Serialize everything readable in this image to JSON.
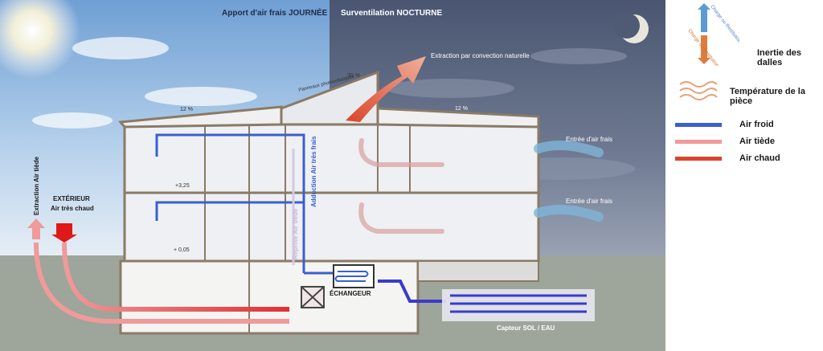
{
  "header": {
    "day_label": "Apport d'air frais JOURNÉE",
    "night_label": "Surventilation NOCTURNE"
  },
  "labels": {
    "extraction_convection": "Extraction par convection naturelle",
    "photovoltaic": "Panneaux photovoltaïques",
    "slope_30": "30 %",
    "slope_12_left": "12 %",
    "slope_12_right": "12 %",
    "fresh_air_inlet_upper": "Entrée d'air frais",
    "fresh_air_inlet_lower": "Entrée d'air frais",
    "level_upper": "+3,25",
    "level_lower": "+ 0,05",
    "adduction": "Adduction Air très frais",
    "reprise": "Reprise Air tiède",
    "extraction_tiede": "Extraction Air tiède",
    "exterieur": "EXTÉRIEUR",
    "air_tres_chaud": "Air très chaud",
    "echangeur": "ÉCHANGEUR",
    "capteur": "Capteur SOL / EAU"
  },
  "legend": {
    "inertia_icon_top": "Charge ou Restitution de froid",
    "inertia_icon_bottom": "Charge ou Restitution de chaleur",
    "inertia": "Inertie des dalles",
    "room_temp": "Température de la pièce",
    "items": [
      {
        "label": "Air froid",
        "color": "#3a5fcf"
      },
      {
        "label": "Air tiède",
        "color": "#f09a9a"
      },
      {
        "label": "Air chaud",
        "color": "#d9452b"
      }
    ]
  },
  "colors": {
    "air_froid": "#3a5fcf",
    "air_tiede": "#f09a9a",
    "air_chaud": "#d9452b",
    "ground": "#9ea59a"
  }
}
